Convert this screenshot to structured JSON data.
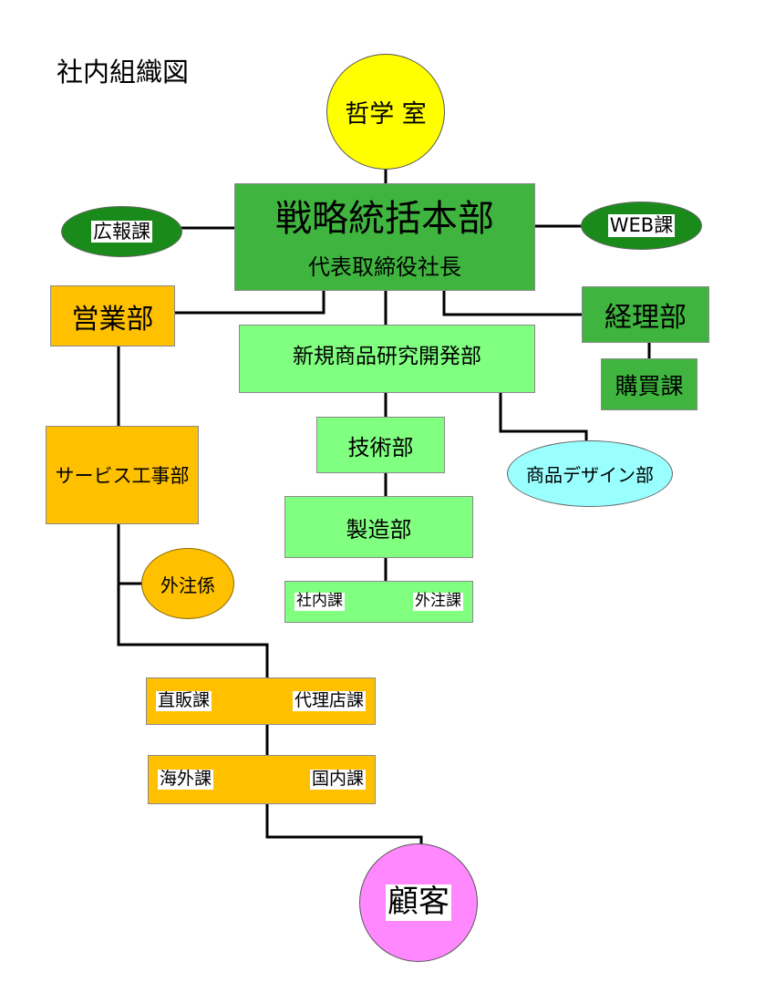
{
  "title": "社内組織図",
  "nodes": {
    "philosophy": "哲学 室",
    "strategy_hq": "戦略統括本部",
    "president": "代表取締役社長",
    "pr": "広報課",
    "web": "WEB課",
    "sales": "営業部",
    "accounting": "経理部",
    "purchasing": "購買課",
    "rnd": "新規商品研究開発部",
    "tech": "技術部",
    "product_design": "商品デザイン部",
    "service": "サービス工事部",
    "outsource_staff": "外注係",
    "manufacturing": "製造部",
    "in_house": "社内課",
    "outsourcing": "外注課",
    "direct_sales": "直販課",
    "agency": "代理店課",
    "overseas": "海外課",
    "domestic": "国内課",
    "customer": "顧客"
  },
  "colors": {
    "orange": "#FFC000",
    "green": "#3FB53F",
    "light_green": "#80FF80",
    "dark_green": "#1A8A1A",
    "cyan": "#99FFFF",
    "yellow": "#FFFF00",
    "magenta": "#FF88FF"
  }
}
